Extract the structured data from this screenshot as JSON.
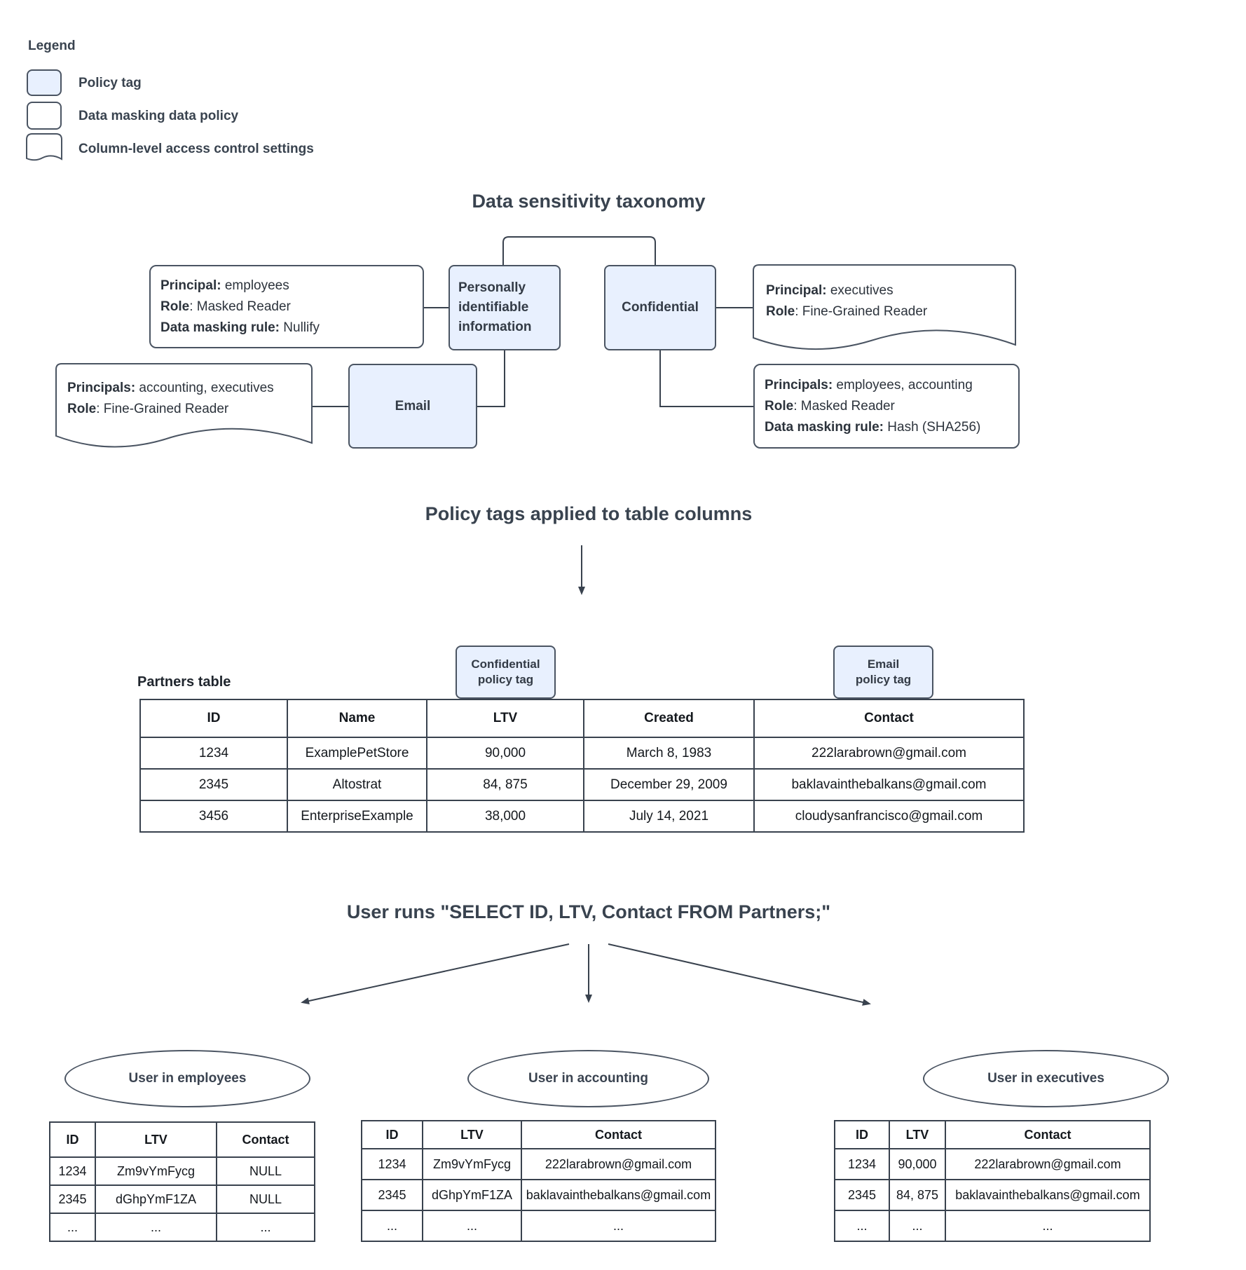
{
  "legend": {
    "title": "Legend",
    "items": [
      {
        "swatch": "policy-tag",
        "label": "Policy tag"
      },
      {
        "swatch": "data-masking-policy",
        "label": "Data masking data policy"
      },
      {
        "swatch": "column-level-access-control",
        "label": "Column-level access control settings"
      }
    ]
  },
  "colors": {
    "policy_tag_fill": "#e8f0fe",
    "shape_stroke": "#4a5462",
    "heading_text": "#39434f"
  },
  "taxonomy": {
    "title": "Data sensitivity taxonomy",
    "nodes": {
      "pii": "Personally identifiable information",
      "confidential": "Confidential",
      "email": "Email"
    },
    "notes": [
      {
        "type": "data-masking-policy",
        "lines": [
          {
            "label": "Principal:",
            "value": " employees"
          },
          {
            "label": "Role",
            "value": ": Masked Reader"
          },
          {
            "label": "Data masking rule:",
            "value": " Nullify"
          }
        ]
      },
      {
        "type": "column-level-access-control",
        "lines": [
          {
            "label": "Principal:",
            "value": " executives"
          },
          {
            "label": "Role",
            "value": ": Fine-Grained Reader"
          }
        ]
      },
      {
        "type": "column-level-access-control",
        "lines": [
          {
            "label": "Principals:",
            "value": " accounting, executives"
          },
          {
            "label": "Role",
            "value": ": Fine-Grained Reader"
          }
        ]
      },
      {
        "type": "data-masking-policy",
        "lines": [
          {
            "label": "Principals:",
            "value": " employees, accounting"
          },
          {
            "label": "Role",
            "value": ": Masked Reader"
          },
          {
            "label": "Data masking rule:",
            "value": " Hash (SHA256)"
          }
        ]
      }
    ]
  },
  "policy_section": {
    "title": "Policy tags applied to table columns",
    "partners_label": "Partners table",
    "tags": [
      {
        "line1": "Confidential",
        "line2": "policy tag"
      },
      {
        "line1": "Email",
        "line2": "policy tag"
      }
    ]
  },
  "partners_table": {
    "headers": [
      "ID",
      "Name",
      "LTV",
      "Created",
      "Contact"
    ],
    "rows": [
      [
        "1234",
        "ExamplePetStore",
        "90,000",
        "March 8, 1983",
        "222larabrown@gmail.com"
      ],
      [
        "2345",
        "Altostrat",
        "84, 875",
        "December 29, 2009",
        "baklavainthebalkans@gmail.com"
      ],
      [
        "3456",
        "EnterpriseExample",
        "38,000",
        "July 14, 2021",
        "cloudysanfrancisco@gmail.com"
      ]
    ]
  },
  "query_section": {
    "title": "User runs \"SELECT ID, LTV, Contact FROM Partners;\""
  },
  "results": [
    {
      "user": "User in employees",
      "headers": [
        "ID",
        "LTV",
        "Contact"
      ],
      "rows": [
        [
          "1234",
          "Zm9vYmFycg",
          "NULL"
        ],
        [
          "2345",
          "dGhpYmF1ZA",
          "NULL"
        ],
        [
          "...",
          "...",
          "..."
        ]
      ]
    },
    {
      "user": "User in accounting",
      "headers": [
        "ID",
        "LTV",
        "Contact"
      ],
      "rows": [
        [
          "1234",
          "Zm9vYmFycg",
          "222larabrown@gmail.com"
        ],
        [
          "2345",
          "dGhpYmF1ZA",
          "baklavainthebalkans@gmail.com"
        ],
        [
          "...",
          "...",
          "..."
        ]
      ]
    },
    {
      "user": "User in executives",
      "headers": [
        "ID",
        "LTV",
        "Contact"
      ],
      "rows": [
        [
          "1234",
          "90,000",
          "222larabrown@gmail.com"
        ],
        [
          "2345",
          "84, 875",
          "baklavainthebalkans@gmail.com"
        ],
        [
          "...",
          "...",
          "..."
        ]
      ]
    }
  ]
}
